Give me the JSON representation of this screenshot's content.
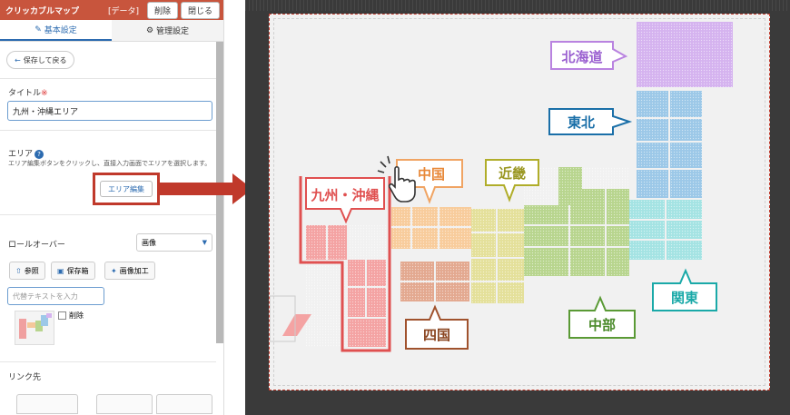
{
  "panel": {
    "title": "クリッカブルマップ",
    "data_label": "[データ]",
    "delete_label": "削除",
    "close_label": "閉じる"
  },
  "tabs": [
    {
      "label": "基本設定",
      "active": true
    },
    {
      "label": "管理設定",
      "active": false
    }
  ],
  "save_back_label": "保存して戻る",
  "title_section": {
    "label": "タイトル",
    "required_mark": "※",
    "value": "九州・沖縄エリア"
  },
  "area_section": {
    "label": "エリア",
    "note": "エリア編集ボタンをクリックし、直接入力画面でエリアを選択します。",
    "edit_button": "エリア編集"
  },
  "rollover_section": {
    "label": "ロールオーバー",
    "selected": "画像",
    "tools": [
      "参照",
      "保存箱",
      "画像加工"
    ],
    "alt_placeholder": "代替テキストを入力",
    "delete_checkbox": "削除"
  },
  "link_section": {
    "label": "リンク先"
  },
  "colors": {
    "accent_red": "#c0392b",
    "header_red": "#c8553d",
    "link_blue": "#2c6bb0"
  },
  "map_regions": {
    "hokkaido": {
      "label": "北海道",
      "color": "#b983e0"
    },
    "tohoku": {
      "label": "東北",
      "color": "#1a6fa8"
    },
    "kanto": {
      "label": "関東",
      "color": "#1aa9a8"
    },
    "chubu": {
      "label": "中部",
      "color": "#5a9a35"
    },
    "kinki": {
      "label": "近畿",
      "color": "#b0ad2a"
    },
    "chugoku": {
      "label": "中国",
      "color": "#f0a463"
    },
    "shikoku": {
      "label": "四国",
      "color": "#a0522d"
    },
    "kyushu": {
      "label": "九州・沖縄",
      "color": "#e05050"
    }
  },
  "icons": {
    "edit": "pencil-square-icon",
    "settings": "gear-icon",
    "back": "arrow-left-icon",
    "upload": "upload-icon",
    "storage": "inbox-icon",
    "image_edit": "magic-wand-icon",
    "help": "question-circle-icon",
    "cursor": "hand-pointer-icon"
  }
}
